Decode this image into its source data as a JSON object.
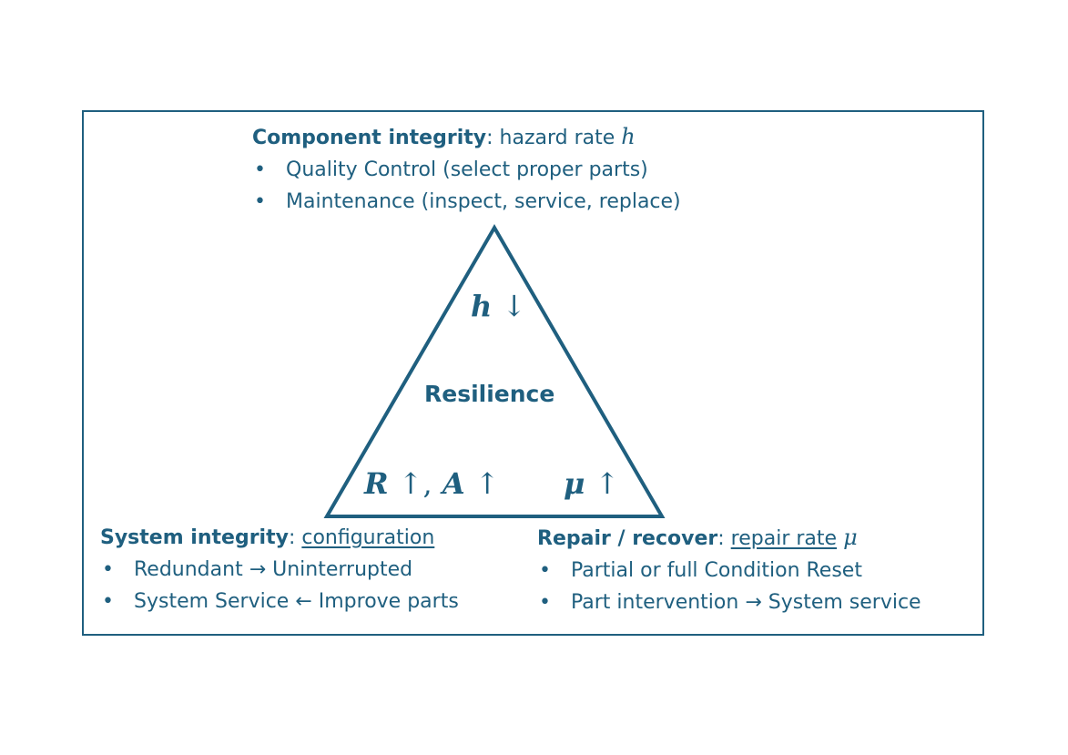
{
  "component": {
    "title": "Component integrity",
    "sep": ":",
    "subtitle": "hazard rate",
    "symbol": "h",
    "items": [
      "Quality Control (select proper parts)",
      "Maintenance (inspect, service, replace)"
    ]
  },
  "system": {
    "title": "System integrity",
    "sep": ":",
    "subtitle": "configuration",
    "items": [
      "Redundant → Uninterrupted",
      "System Service ← Improve parts"
    ]
  },
  "repair": {
    "title": "Repair / recover",
    "sep": ":",
    "subtitle": "repair rate",
    "symbol": "μ",
    "items": [
      "Partial or full Condition Reset",
      "Part intervention → System service"
    ]
  },
  "triangle": {
    "center": "Resilience",
    "top": {
      "symbol": "h",
      "arrow": "↓"
    },
    "bottom_left": {
      "symbol1": "R",
      "arrow1": "↑",
      "comma": ",",
      "symbol2": "A",
      "arrow2": "↑"
    },
    "bottom_right": {
      "symbol": "μ",
      "arrow": "↑"
    }
  },
  "colors": {
    "primary": "#1f5f7f",
    "background": "#ffffff"
  }
}
